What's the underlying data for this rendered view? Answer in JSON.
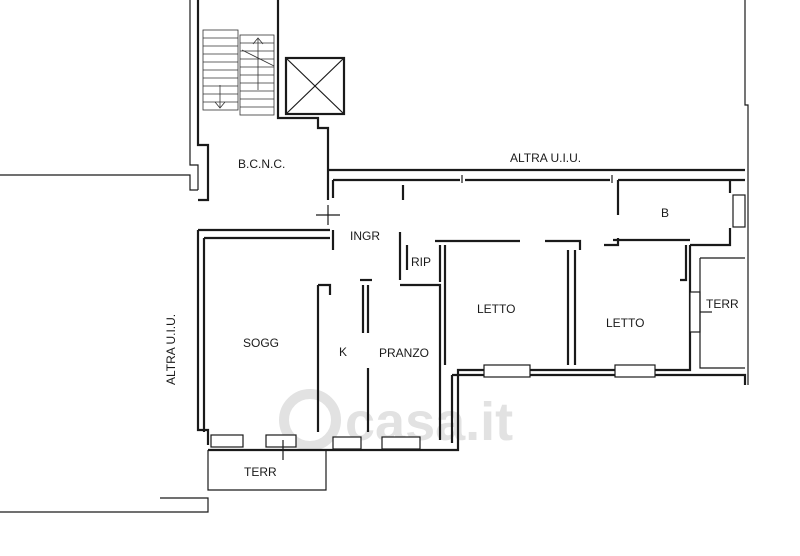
{
  "labels": {
    "bcnc": "B.C.N.C.",
    "altra_top": "ALTRA U.I.U.",
    "altra_left": "ALTRA U.I.U.",
    "ingr": "INGR",
    "rip": "RIP",
    "bath": "B",
    "sogg": "SOGG",
    "k": "K",
    "pranzo": "PRANZO",
    "letto1": "LETTO",
    "letto2": "LETTO",
    "terr_right": "TERR",
    "terr_bottom": "TERR"
  },
  "watermark": "casa.it"
}
